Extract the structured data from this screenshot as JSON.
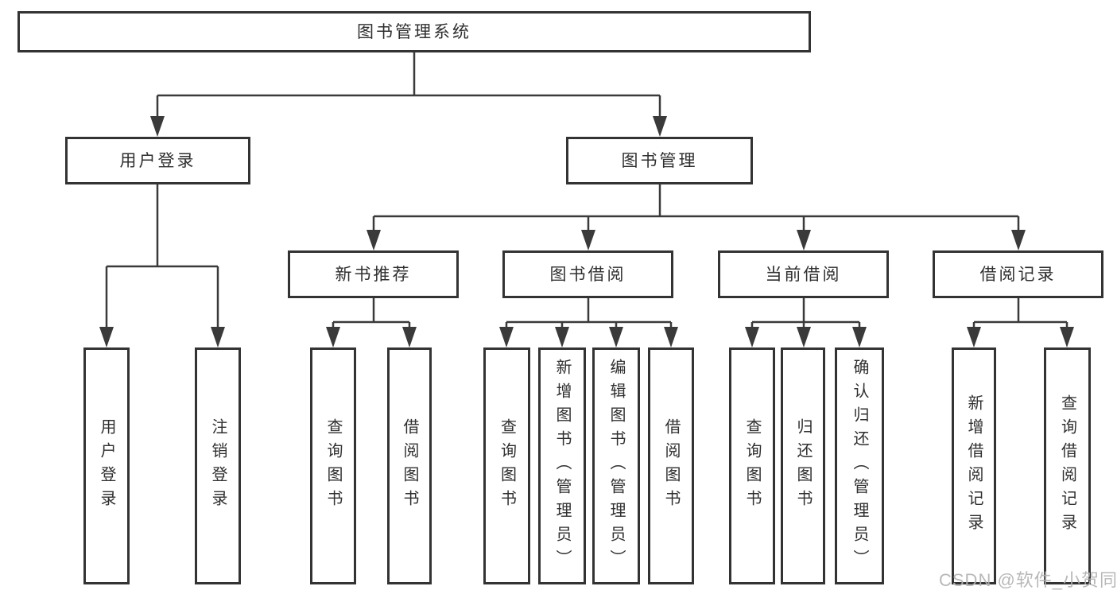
{
  "colors": {
    "line": "#3a3a3a",
    "node_border": "#333333",
    "node_text": "#2f2f2f",
    "node_background": "#ffffff",
    "watermark_text_color": "#b2b2b2",
    "page_background": "#ffffff"
  },
  "watermark": {
    "text": "CSDN @软件_小贺同学"
  },
  "diagram": {
    "root": {
      "label": "图书管理系统",
      "children": [
        {
          "label": "用户登录",
          "children": [
            {
              "label": "用户登录"
            },
            {
              "label": "注销登录"
            }
          ]
        },
        {
          "label": "图书管理",
          "children": [
            {
              "label": "新书推荐",
              "children": [
                {
                  "label": "查询图书"
                },
                {
                  "label": "借阅图书"
                }
              ]
            },
            {
              "label": "图书借阅",
              "children": [
                {
                  "label": "查询图书"
                },
                {
                  "label": "新增图书（管理员）"
                },
                {
                  "label": "编辑图书（管理员）"
                },
                {
                  "label": "借阅图书"
                }
              ]
            },
            {
              "label": "当前借阅",
              "children": [
                {
                  "label": "查询图书"
                },
                {
                  "label": "归还图书"
                },
                {
                  "label": "确认归还（管理员）"
                }
              ]
            },
            {
              "label": "借阅记录",
              "children": [
                {
                  "label": "新增借阅记录"
                },
                {
                  "label": "查询借阅记录"
                }
              ]
            }
          ]
        }
      ]
    }
  }
}
